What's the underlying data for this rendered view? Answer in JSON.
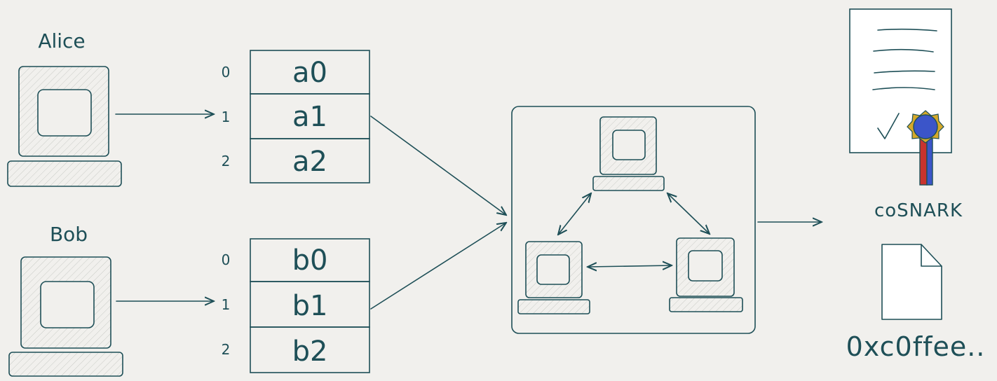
{
  "parties": [
    {
      "name": "Alice",
      "inputs": [
        "a0",
        "a1",
        "a2"
      ]
    },
    {
      "name": "Bob",
      "inputs": [
        "b0",
        "b1",
        "b2"
      ]
    }
  ],
  "indices": [
    "0",
    "1",
    "2"
  ],
  "proof": {
    "label": "coSNARK"
  },
  "output": {
    "label": "0xc0ffee.."
  },
  "colors": {
    "stroke": "#1e4f57",
    "background": "#f1f0ed",
    "seal_blue": "#3b55c9",
    "ribbon_red": "#c8332e",
    "seal_gold": "#d6a92a"
  }
}
